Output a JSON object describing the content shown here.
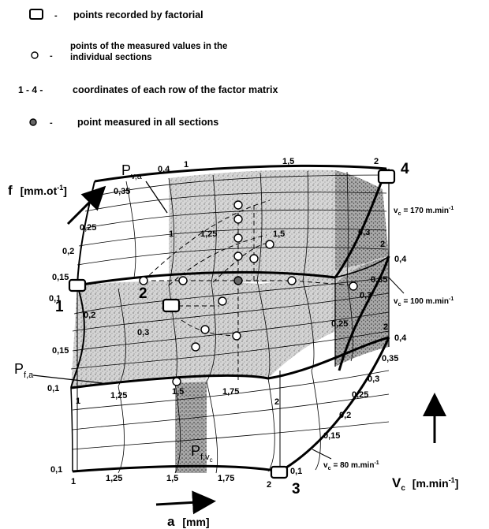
{
  "legend": {
    "factorial_dash": "-",
    "factorial_text": "points recorded by factorial",
    "measured_dash": "-",
    "measured_line1": "points of the measured values in the",
    "measured_line2": "individual sections",
    "rows_prefix": "1 - 4 -",
    "rows_text": "coordinates of each row of the factor matrix",
    "all_dash": "-",
    "all_text": "point measured in all sections"
  },
  "axes": {
    "f_label": "f",
    "f_unit": "[mm.ot",
    "f_unit_sup": "-1",
    "f_unit_end": "]",
    "a_label": "a",
    "a_unit": "[mm]",
    "vc_label": "V",
    "vc_sub": "c",
    "vc_unit": "[m.min",
    "vc_unit_sup": "-1",
    "vc_unit_end": "]"
  },
  "planes": {
    "pva_main": "P",
    "pva_sub": "v,a",
    "pfa_main": "P",
    "pfa_sub": "f,a",
    "pfvc_main": "P",
    "pfvc_sub": "f,v",
    "pfvc_subsub": "c"
  },
  "speed_levels": {
    "top_prefix": "v",
    "top_sub": "c",
    "top_text": "= 170 m.min",
    "top_sup": "-1",
    "mid_prefix": "v",
    "mid_sub": "c",
    "mid_text": "= 100 m.min",
    "mid_sup": "-1",
    "bot_prefix": "v",
    "bot_sub": "c",
    "bot_text": "= 80 m.min",
    "bot_sup": "-1"
  },
  "corners": {
    "c1": "1",
    "c2": "2",
    "c3": "3",
    "c4": "4"
  },
  "ticks": {
    "top_a": [
      "1",
      "1,5",
      "2"
    ],
    "top_f": [
      "0,4",
      "0,35",
      "0,25",
      "0,2",
      "0,15",
      "0,1"
    ],
    "top_right": "0,3",
    "mid_a": [
      "1",
      "1,25",
      "1,5"
    ],
    "mid_f": [
      "0,2",
      "0,15",
      "0,1",
      "0,3"
    ],
    "mid_right": [
      "2",
      "0,4",
      "0,35",
      "0,3",
      "0,25"
    ],
    "mid_front": [
      "1",
      "1,25",
      "1,5",
      "1,75",
      "2"
    ],
    "bot_front": [
      "1",
      "1,25",
      "1,5",
      "1,75",
      "2"
    ],
    "bot_left": "0,1",
    "bot_right": [
      "2",
      "0,4",
      "0,35",
      "0,3",
      "0,25",
      "0,2",
      "0,15",
      "0,1"
    ]
  },
  "colors": {
    "ink": "#000000",
    "shade": "#c9c9c9",
    "shade_dark": "#8c8c8c",
    "paper": "#ffffff"
  }
}
